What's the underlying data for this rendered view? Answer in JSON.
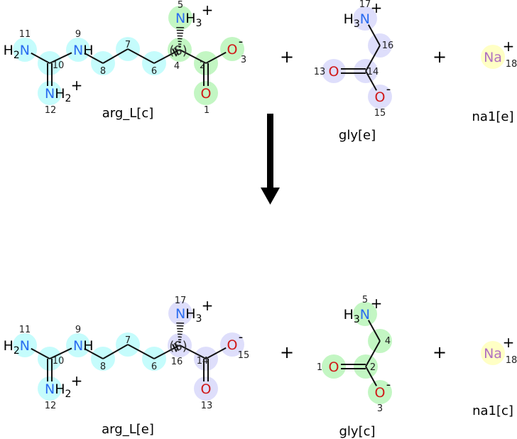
{
  "colors": {
    "cytosol": "#b8f5b8",
    "extracellular": "#d8d8fa",
    "arg_side_chain": "#bbfcfc",
    "sodium": "#ffffbb",
    "nitrogen": "#2a6cf0",
    "oxygen": "#d01818",
    "sodium_text": "#b070c0",
    "bond": "#111111"
  },
  "operators": {
    "plus": "+"
  },
  "reactants": [
    {
      "name": "arg_L[c]",
      "type": "arg",
      "atoms": [
        {
          "n": "11",
          "el": "N",
          "h": "H",
          "hn": "2",
          "q": "",
          "c": "arg_side_chain"
        },
        {
          "n": "10",
          "el": "",
          "c": "arg_side_chain"
        },
        {
          "n": "9",
          "el": "N",
          "h": "H",
          "hn": "",
          "q": "",
          "c": "arg_side_chain"
        },
        {
          "n": "8",
          "el": "",
          "c": "arg_side_chain"
        },
        {
          "n": "7",
          "el": "",
          "c": "arg_side_chain"
        },
        {
          "n": "6",
          "el": "",
          "c": "arg_side_chain"
        },
        {
          "n": "4",
          "el": "",
          "stereo": "(S)",
          "c": "cytosol"
        },
        {
          "n": "5",
          "el": "N",
          "h": "H",
          "hn": "3",
          "q": "+",
          "c": "cytosol"
        },
        {
          "n": "2",
          "el": "",
          "c": "cytosol"
        },
        {
          "n": "3",
          "el": "O",
          "q": "-",
          "c": "cytosol"
        },
        {
          "n": "1",
          "el": "O",
          "c": "cytosol"
        },
        {
          "n": "12",
          "el": "N",
          "h": "H",
          "hn": "2",
          "q": "+",
          "c": "arg_side_chain"
        }
      ]
    },
    {
      "name": "gly[e]",
      "type": "gly",
      "atoms": [
        {
          "n": "17",
          "el": "N",
          "h": "H",
          "hn": "3",
          "q": "+",
          "c": "extracellular"
        },
        {
          "n": "16",
          "el": "",
          "c": "extracellular"
        },
        {
          "n": "14",
          "el": "",
          "c": "extracellular"
        },
        {
          "n": "13",
          "el": "O",
          "c": "extracellular"
        },
        {
          "n": "15",
          "el": "O",
          "q": "-",
          "c": "extracellular"
        }
      ]
    },
    {
      "name": "na1[e]",
      "type": "na",
      "atoms": [
        {
          "n": "18",
          "el": "Na",
          "q": "+",
          "c": "sodium"
        }
      ]
    }
  ],
  "products": [
    {
      "name": "arg_L[e]",
      "type": "arg",
      "atoms": [
        {
          "n": "11",
          "el": "N",
          "h": "H",
          "hn": "2",
          "q": "",
          "c": "arg_side_chain"
        },
        {
          "n": "10",
          "el": "",
          "c": "arg_side_chain"
        },
        {
          "n": "9",
          "el": "N",
          "h": "H",
          "hn": "",
          "q": "",
          "c": "arg_side_chain"
        },
        {
          "n": "8",
          "el": "",
          "c": "arg_side_chain"
        },
        {
          "n": "7",
          "el": "",
          "c": "arg_side_chain"
        },
        {
          "n": "6",
          "el": "",
          "c": "arg_side_chain"
        },
        {
          "n": "16",
          "el": "",
          "stereo": "(S)",
          "c": "extracellular"
        },
        {
          "n": "17",
          "el": "N",
          "h": "H",
          "hn": "3",
          "q": "+",
          "c": "extracellular"
        },
        {
          "n": "14",
          "el": "",
          "c": "extracellular"
        },
        {
          "n": "15",
          "el": "O",
          "q": "-",
          "c": "extracellular"
        },
        {
          "n": "13",
          "el": "O",
          "c": "extracellular"
        },
        {
          "n": "12",
          "el": "N",
          "h": "H",
          "hn": "2",
          "q": "+",
          "c": "arg_side_chain"
        }
      ]
    },
    {
      "name": "gly[c]",
      "type": "gly",
      "atoms": [
        {
          "n": "5",
          "el": "N",
          "h": "H",
          "hn": "3",
          "q": "+",
          "c": "cytosol"
        },
        {
          "n": "4",
          "el": "",
          "c": "cytosol"
        },
        {
          "n": "2",
          "el": "",
          "c": "cytosol"
        },
        {
          "n": "1",
          "el": "O",
          "c": "cytosol"
        },
        {
          "n": "3",
          "el": "O",
          "q": "-",
          "c": "cytosol"
        }
      ]
    },
    {
      "name": "na1[c]",
      "type": "na",
      "atoms": [
        {
          "n": "18",
          "el": "Na",
          "q": "+",
          "c": "sodium"
        }
      ]
    }
  ]
}
